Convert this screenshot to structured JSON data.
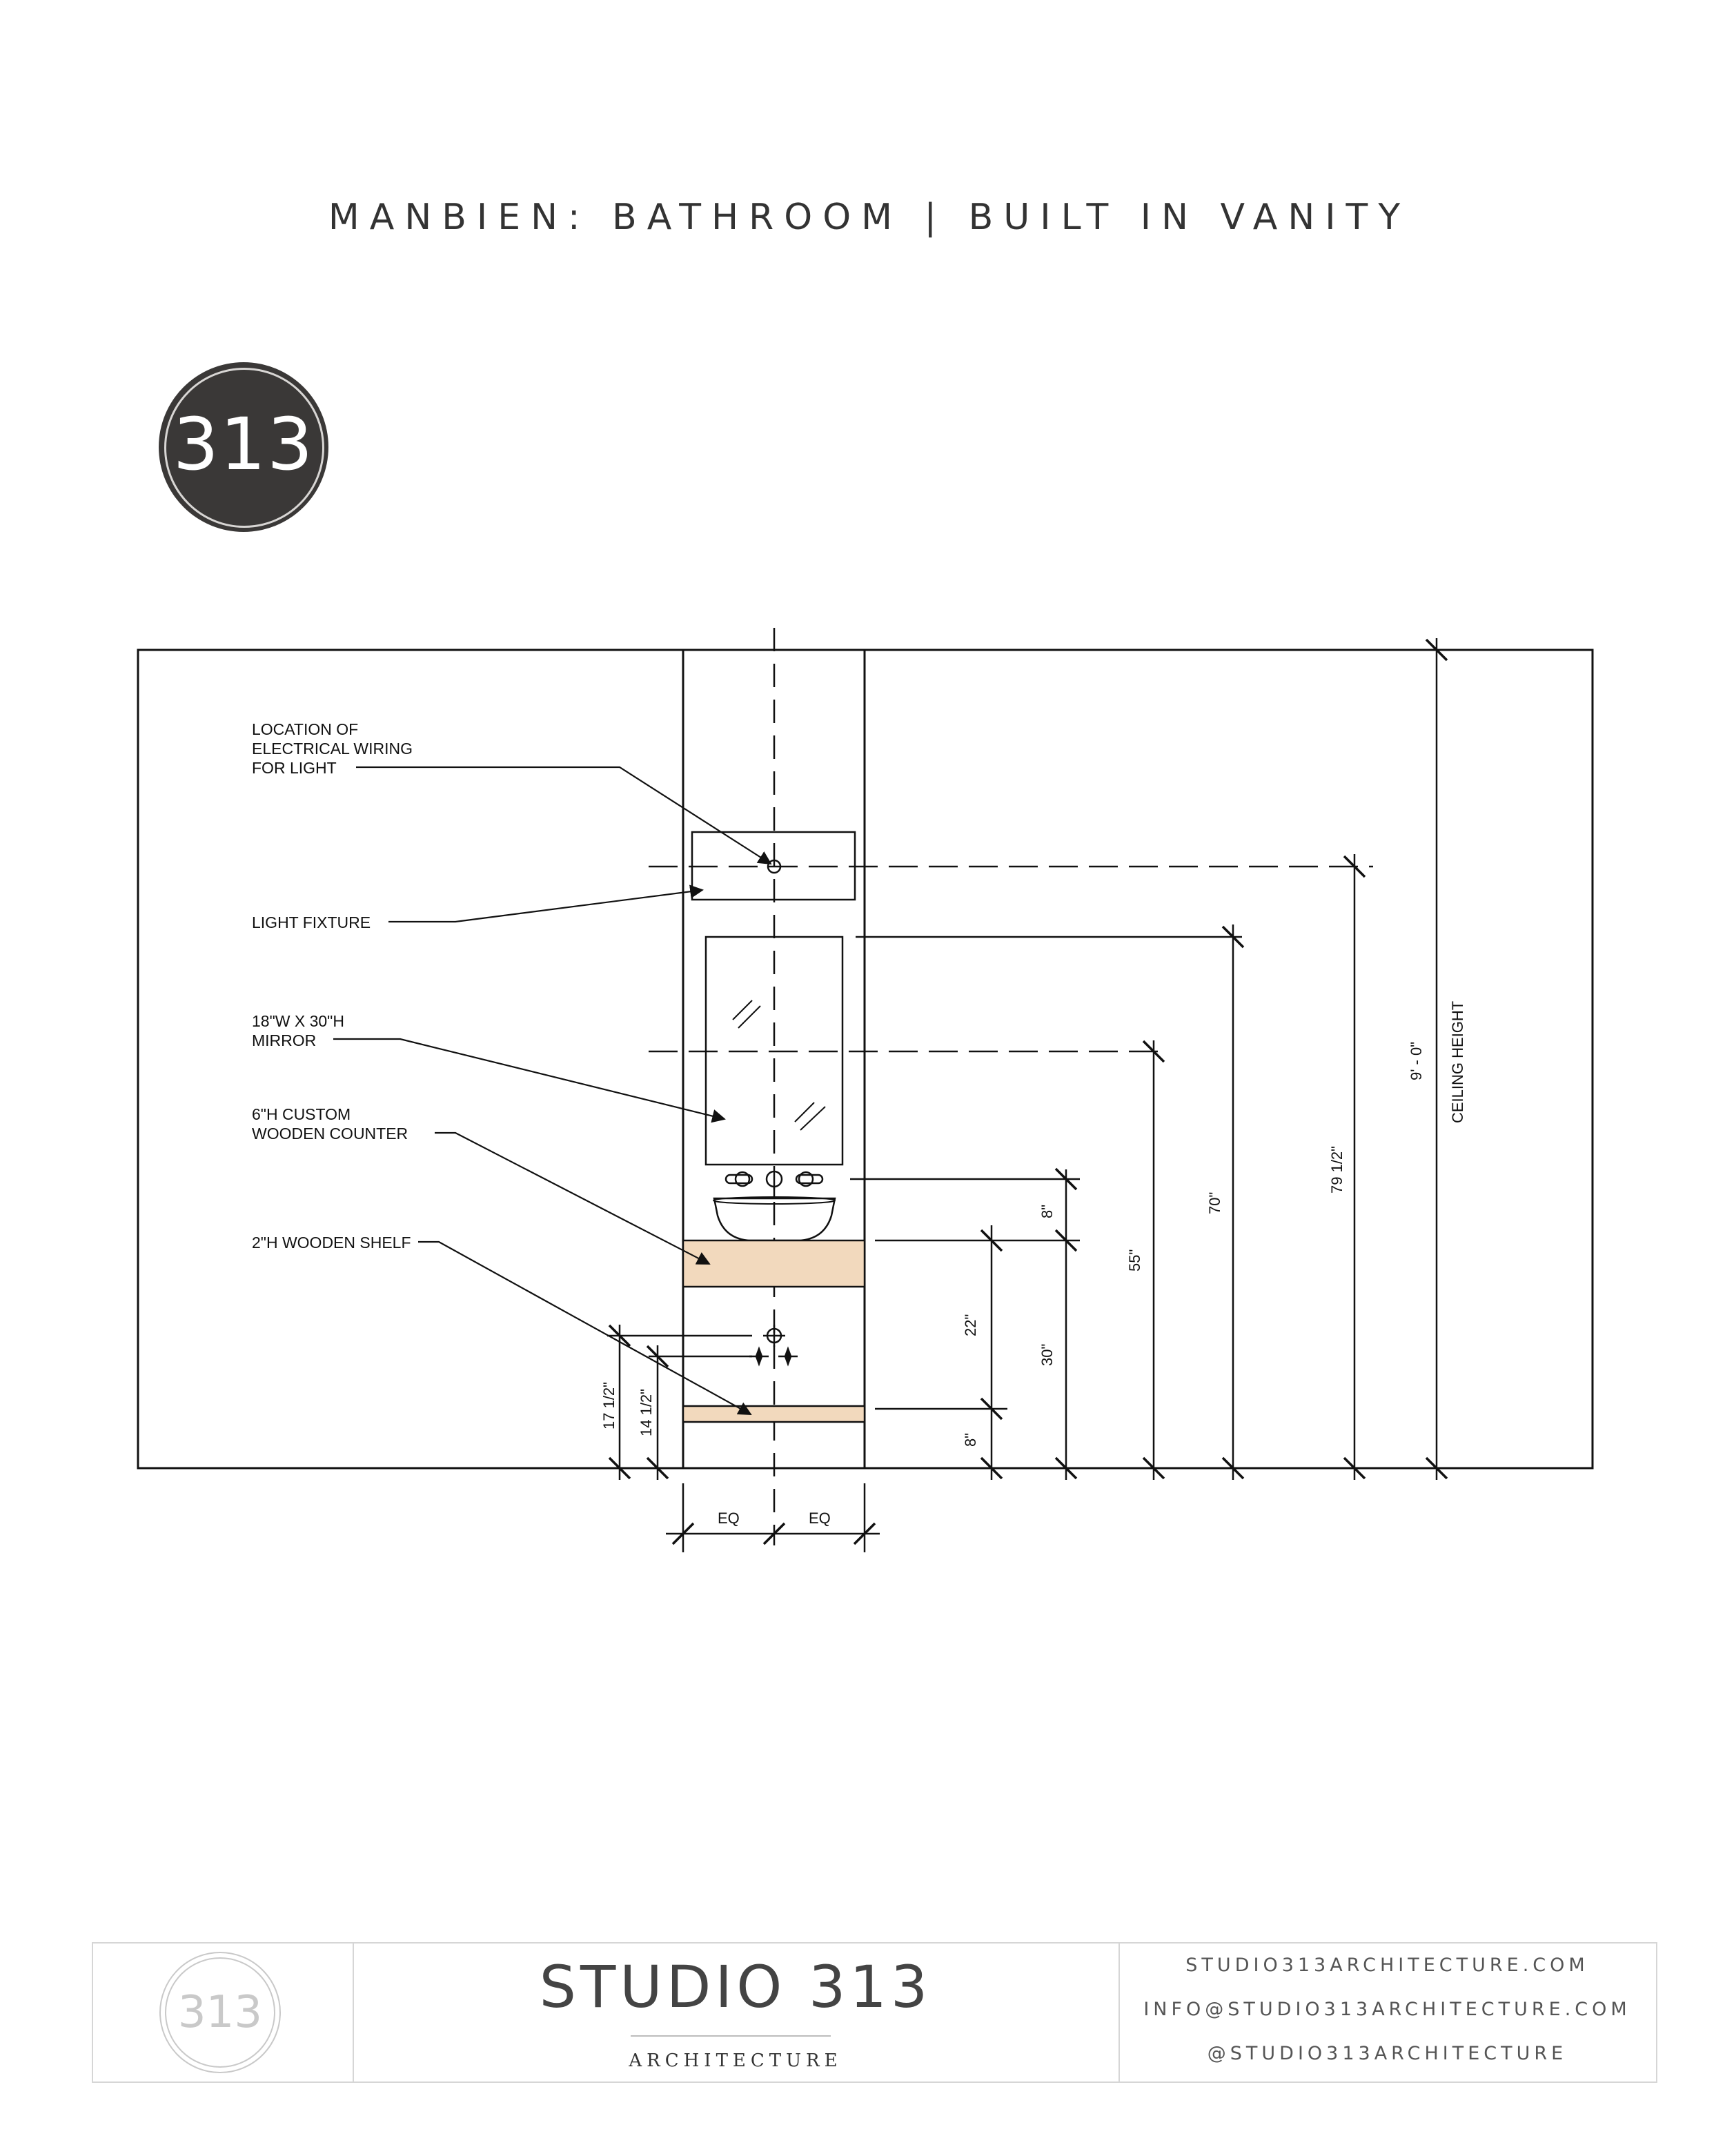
{
  "title": "MANBIEN: BATHROOM | BUILT IN VANITY",
  "badge": {
    "text": "313"
  },
  "callouts": {
    "wiring": [
      "LOCATION OF",
      "ELECTRICAL WIRING",
      "FOR LIGHT"
    ],
    "light_fixture": [
      "LIGHT FIXTURE"
    ],
    "mirror": [
      "18\"W X 30\"H",
      "MIRROR"
    ],
    "counter": [
      "6\"H CUSTOM",
      "WOODEN COUNTER"
    ],
    "shelf": [
      "2\"H WOODEN SHELF"
    ]
  },
  "dimensions": {
    "eq_left": "EQ",
    "eq_right": "EQ",
    "d17": "17 1/2\"",
    "d14": "14 1/2\"",
    "d8_upper": "8\"",
    "d22": "22\"",
    "d8_lower": "8\"",
    "d30": "30\"",
    "d55": "55\"",
    "d70": "70\"",
    "d79": "79 1/2\"",
    "d9": "9' - 0\"",
    "ceiling": "CEILING HEIGHT"
  },
  "colors": {
    "wood": "#f2d9bd",
    "line": "#111111",
    "badge": "#3a3837"
  },
  "footer": {
    "logo_text": "313",
    "brand": "STUDIO 313",
    "brand_sub": "ARCHITECTURE",
    "website": "STUDIO313ARCHITECTURE.COM",
    "email": "INFO@STUDIO313ARCHITECTURE.COM",
    "social": "@STUDIO313ARCHITECTURE"
  }
}
